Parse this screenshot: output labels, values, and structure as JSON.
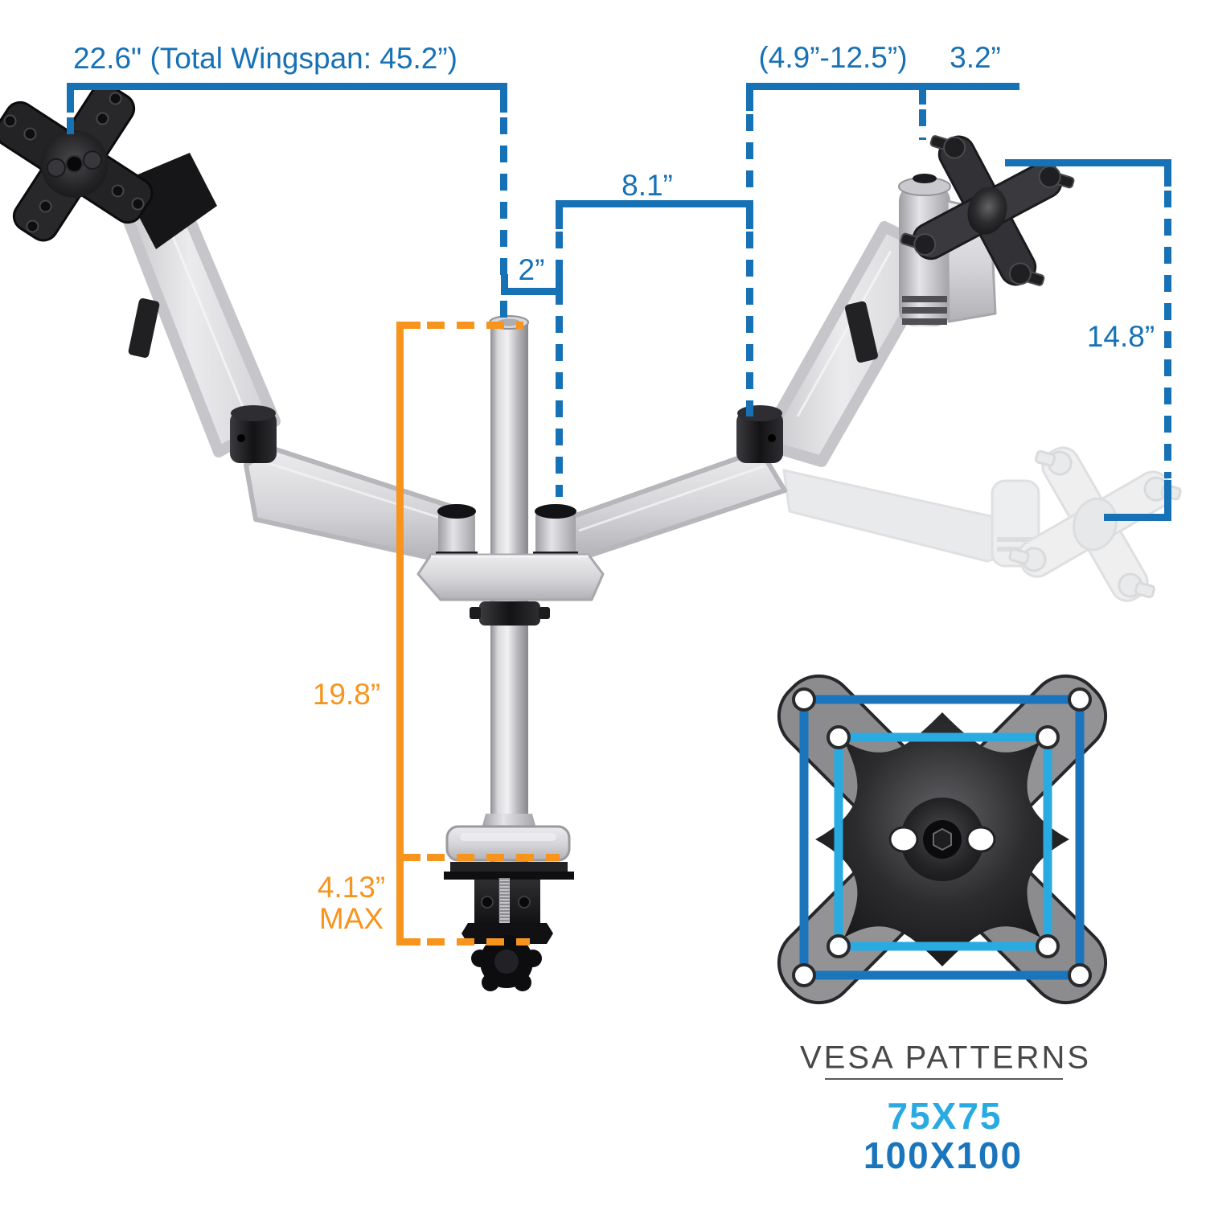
{
  "dims": {
    "wingspan": "22.6\" (Total Wingspan: 45.2”)",
    "extension_range": "(4.9”-12.5”)",
    "vesa_offset": "3.2”",
    "arm_reach": "8.1”",
    "pole_offset": "2”",
    "height_range": "14.8”",
    "pole_height": "19.8”",
    "clamp_max": "4.13”",
    "clamp_max_suffix": "MAX"
  },
  "vesa": {
    "title": "VESA PATTERNS",
    "patterns": [
      "75X75",
      "100X100"
    ]
  },
  "colors": {
    "dimension_blue": "#1671b5",
    "dimension_orange": "#f7941e",
    "vesa_75_blue": "#29abe2",
    "vesa_100_blue": "#1b75bc",
    "title_gray": "#48484a"
  }
}
